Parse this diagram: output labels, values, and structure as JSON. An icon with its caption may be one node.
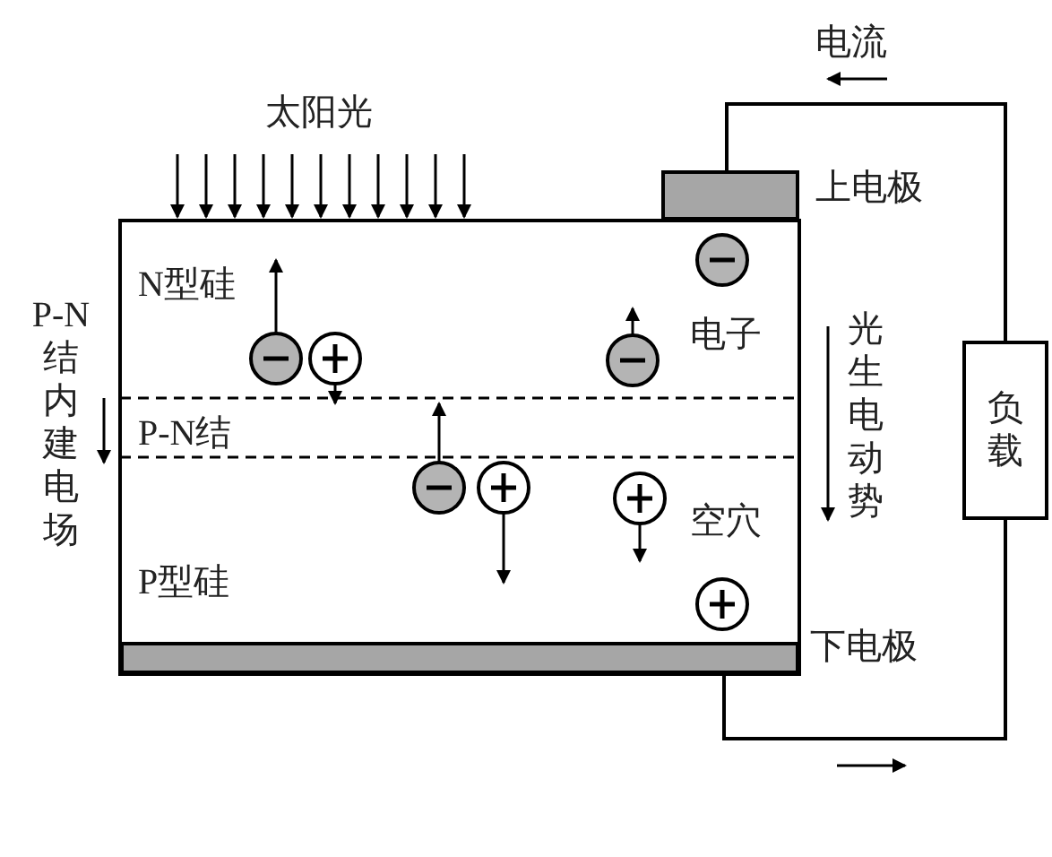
{
  "diagram": {
    "nodes": [
      {
        "text": [],
        "shape": "bar",
        "beside": [
          "上电极"
        ]
      },
      {
        "text": [],
        "shape": "bar",
        "beside": [
          "下电极"
        ]
      },
      {
        "text": [
          "负载"
        ]
      }
    ],
    "edges": [
      {
        "from": 0,
        "to": 2,
        "arrow": "none"
      },
      {
        "from": 2,
        "to": 1,
        "arrow": "none"
      }
    ],
    "labels": [
      "太阳光",
      "电流",
      "N型硅",
      "P-N结内建电场",
      "电子",
      "光生电动势",
      "P-N结",
      "空穴",
      "P型硅"
    ]
  }
}
